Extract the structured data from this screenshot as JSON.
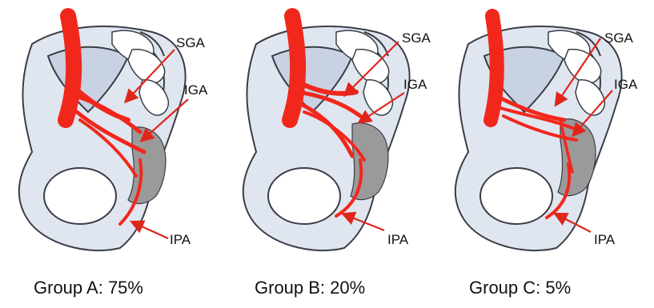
{
  "labels": {
    "superior_gluteal": "SGA",
    "inferior_gluteal": "IGA",
    "internal_pudendal": "IPA"
  },
  "panels": [
    {
      "id": "A",
      "caption": "Group A: 75%",
      "percent": 75
    },
    {
      "id": "B",
      "caption": "Group B: 20%",
      "percent": 20
    },
    {
      "id": "C",
      "caption": "Group C: 5%",
      "percent": 5
    }
  ],
  "colors": {
    "bone_fill": "#dfe6f0",
    "bone_shadow": "#b4c0d4",
    "bone_outline": "#3a3d46",
    "artery": "#f2271c",
    "ligament": "#9a9a9a",
    "arrow": "#e0261b",
    "text": "#111111"
  }
}
